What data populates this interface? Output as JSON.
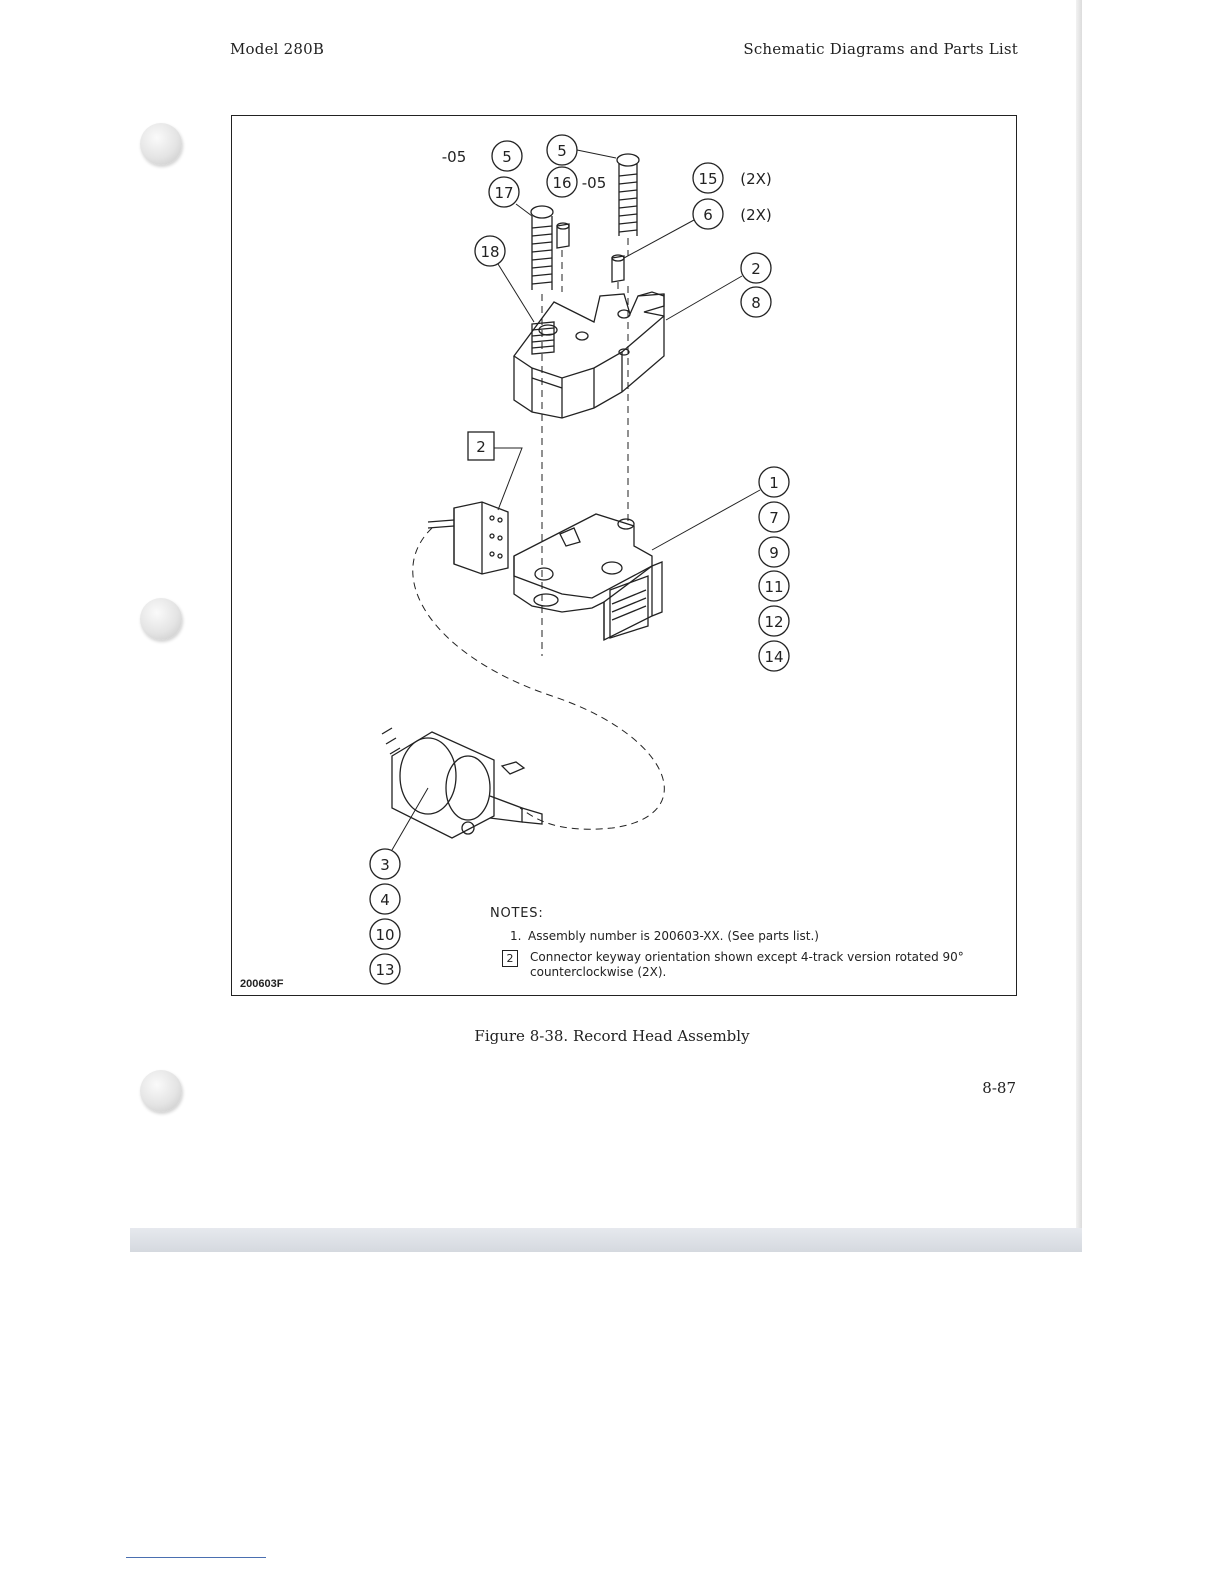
{
  "header": {
    "left": "Model 280B",
    "right": "Schematic Diagrams and Parts List"
  },
  "figure": {
    "drawing_number": "200603F",
    "callouts": {
      "c5_left": "5",
      "c17": "17",
      "c18": "18",
      "c5_right": "5",
      "c16": "16",
      "c15": "15",
      "c6": "6",
      "c2": "2",
      "c8": "8",
      "c1": "1",
      "c7": "7",
      "c9": "9",
      "c11": "11",
      "c12": "12",
      "c14": "14",
      "c3": "3",
      "c4": "4",
      "c10": "10",
      "c13": "13",
      "box2": "2"
    },
    "labels": {
      "suffix_05_left": "-05",
      "suffix_05_right": "-05",
      "qty_15": "(2X)",
      "qty_6": "(2X)"
    },
    "notes": {
      "heading": "NOTES:",
      "note1_num": "1.",
      "note1_text": "Assembly number is 200603-XX.  (See parts list.)",
      "note2_box": "2",
      "note2_text": "Connector keyway orientation shown except 4-track version rotated 90° counterclockwise (2X)."
    }
  },
  "caption": "Figure 8-38.  Record Head Assembly",
  "page_number": "8-87"
}
